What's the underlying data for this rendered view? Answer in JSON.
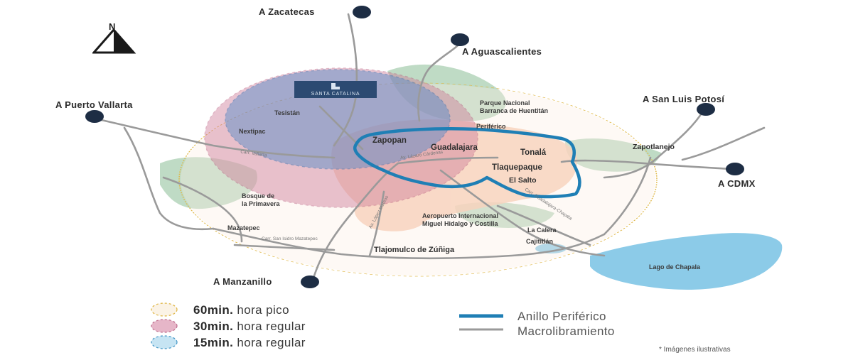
{
  "map": {
    "north_label": "N",
    "brand": "SANTA CATALINA",
    "destinations": {
      "zacatecas": "A Zacatecas",
      "aguascalientes": "A Aguascalientes",
      "puerto_vallarta": "A Puerto Vallarta",
      "san_luis_potosi": "A San Luis Potosí",
      "cdmx": "A CDMX",
      "manzanillo": "A Manzanillo"
    },
    "places": {
      "parque_nacional": "Parque Nacional\nBarranca de Huentitán",
      "periferico": "Periférico",
      "tesistan": "Tesistán",
      "nextipac": "Nextipac",
      "zapopan": "Zapopan",
      "guadalajara": "Guadalajara",
      "tonala": "Tonalá",
      "zapotlanejo": "Zapotlanejo",
      "tlaquepaque": "Tlaquepaque",
      "el_salto": "El Salto",
      "bosque": "Bosque de\nla Primavera",
      "aeropuerto": "Aeropuerto Internacional\nMiguel Hidalgo y Costilla",
      "la_calera": "La Calera",
      "mazatepec": "Mazatepec",
      "cajititlan": "Cajititlán",
      "tlajomulco": "Tlajomulco de Zúñiga",
      "lago": "Lago de Chapala"
    },
    "roads": {
      "carr_vallarta": "Carr. Vallarta",
      "lazaro_cardenas": "Av. Lázaro Cárdenas",
      "lopez_mateos": "Av. López Mateos",
      "guadalajara_chapala": "Carr. Guadalajara-Chapala",
      "san_isidro": "Carr. San Isidro Mazatepec"
    }
  },
  "legend": {
    "items": [
      {
        "bold": "60min.",
        "text": " hora pico"
      },
      {
        "bold": "30min.",
        "text": " hora regular"
      },
      {
        "bold": "15min.",
        "text": " hora regular"
      }
    ],
    "lines": [
      "Anillo Periférico",
      "Macrolibramiento"
    ]
  },
  "note": "* Imágenes ilustrativas",
  "colors": {
    "ring": "#1f7fb5",
    "road": "#9a9a9a",
    "circle_60": "#e0b84a",
    "circle_30": "#c07090",
    "circle_15": "#4a88c8",
    "green": "#9fc9a8",
    "water": "#8fcbe6",
    "urban": "#f4b89a",
    "pin": "#1d2d44"
  }
}
